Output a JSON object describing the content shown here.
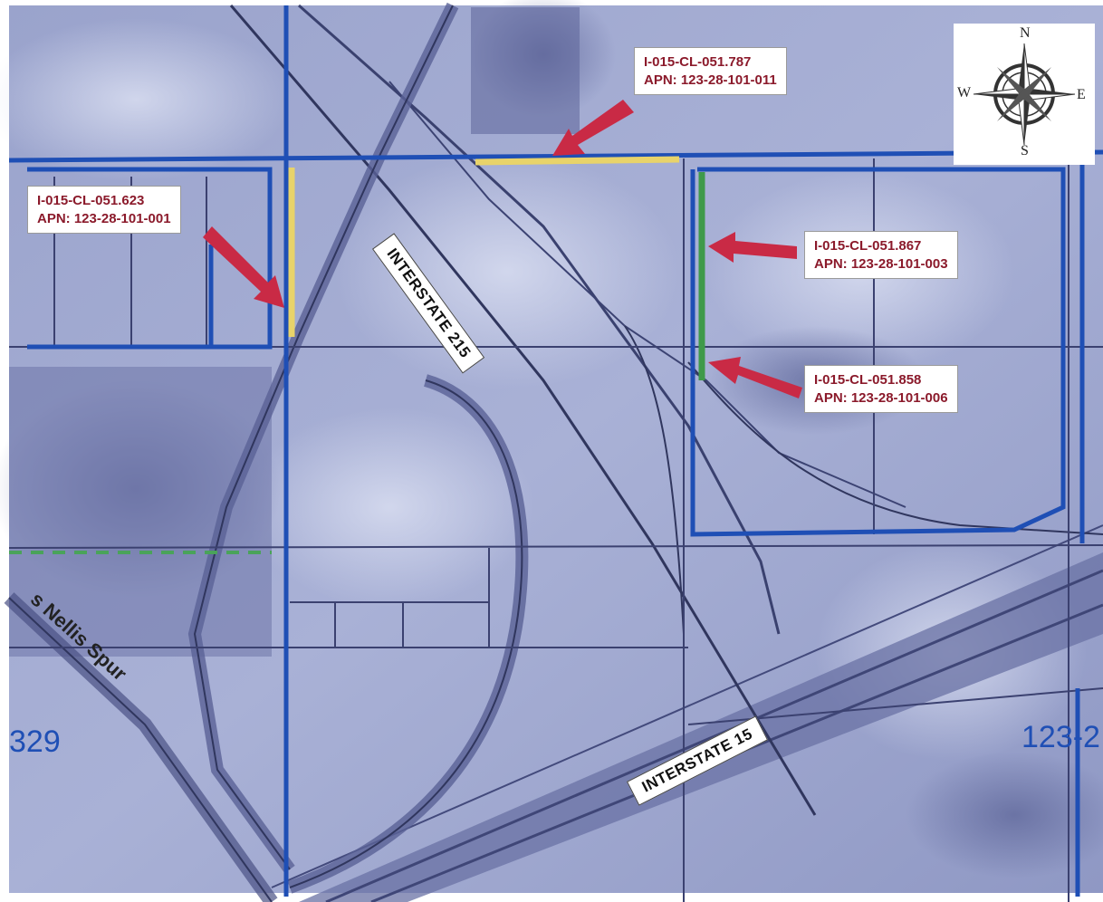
{
  "callouts": [
    {
      "line1": "I-015-CL-051.787",
      "line2": "APN: 123-28-101-011"
    },
    {
      "line1": "I-015-CL-051.623",
      "line2": "APN: 123-28-101-001"
    },
    {
      "line1": "I-015-CL-051.867",
      "line2": "APN: 123-28-101-003"
    },
    {
      "line1": "I-015-CL-051.858",
      "line2": "APN: 123-28-101-006"
    }
  ],
  "roads": {
    "interstate_215": "INTERSTATE 215",
    "interstate_15": "INTERSTATE 15",
    "nellis_spur": "s Nellis Spur"
  },
  "parcel_numbers": {
    "left": "329",
    "right": "123-2"
  },
  "compass": {
    "north": "N",
    "south": "S",
    "east": "E",
    "west": "W"
  },
  "colors": {
    "parcel_boundary": "#1f4fb5",
    "highlight_yellow": "#e8d36a",
    "highlight_green": "#3f9a4a",
    "arrow_red": "#c92a45",
    "callout_text": "#8b1a2b"
  }
}
